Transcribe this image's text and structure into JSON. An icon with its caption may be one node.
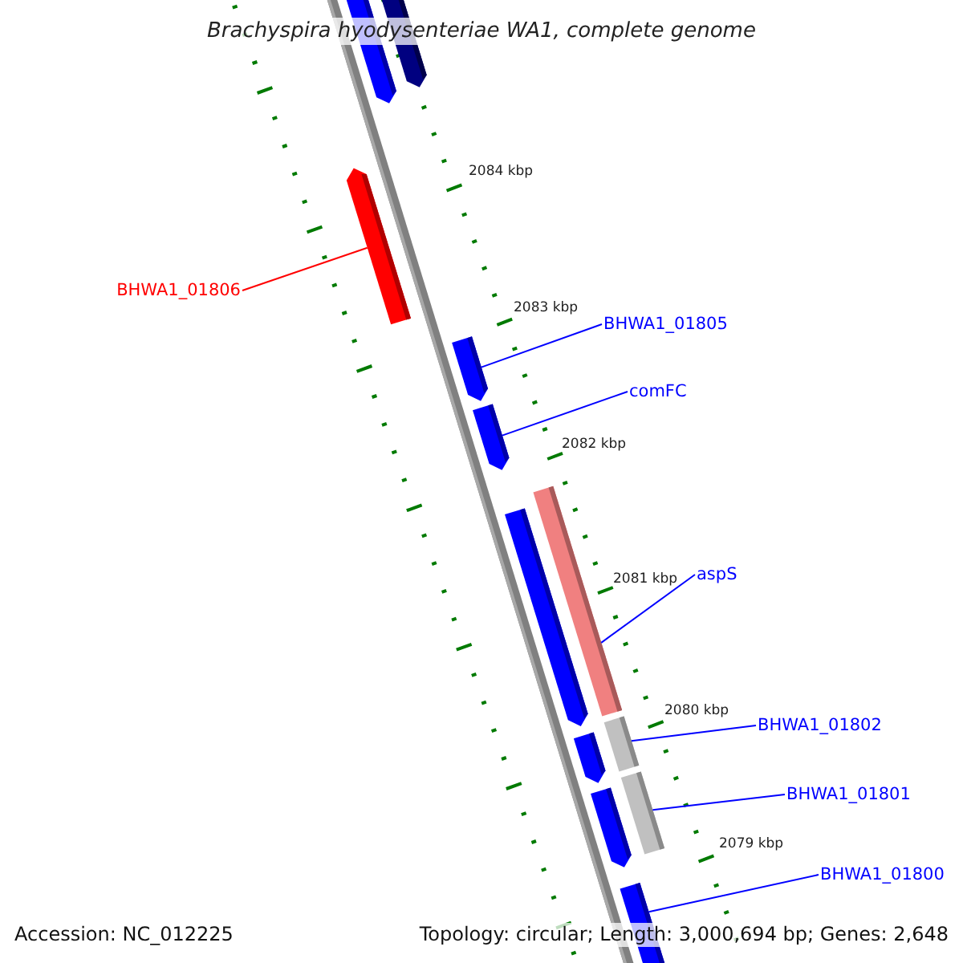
{
  "diagram": {
    "title": "Brachyspira hyodysenteriae WA1, complete genome",
    "nodes": [
      {
        "text": [
          "BHWA1_01806"
        ]
      },
      {
        "text": [],
        "shape": "pentagon"
      },
      {
        "text": [
          "BHWA1_01805"
        ]
      },
      {
        "text": [],
        "shape": "pentagon"
      },
      {
        "text": [
          "comFC"
        ]
      },
      {
        "text": [],
        "shape": "pentagon"
      },
      {
        "text": [
          "aspS"
        ]
      },
      {
        "text": [],
        "shape": "bar"
      },
      {
        "text": [
          "BHWA1_01802"
        ]
      },
      {
        "text": [],
        "shape": "bar"
      },
      {
        "text": [
          "BHWA1_01801"
        ]
      },
      {
        "text": [],
        "shape": "bar"
      },
      {
        "text": [
          "BHWA1_01800"
        ]
      },
      {
        "text": [],
        "shape": "pentagon"
      }
    ],
    "edges": [
      {
        "from": 0,
        "to": 1,
        "arrow": "none",
        "color": "#ff0000"
      },
      {
        "from": 2,
        "to": 3,
        "arrow": "none"
      },
      {
        "from": 4,
        "to": 5,
        "arrow": "none"
      },
      {
        "from": 6,
        "to": 7,
        "arrow": "none"
      },
      {
        "from": 8,
        "to": 9,
        "arrow": "none"
      },
      {
        "from": 10,
        "to": 11,
        "arrow": "none"
      },
      {
        "from": 12,
        "to": 13,
        "arrow": "none"
      }
    ],
    "labels": [
      "2084 kbp",
      "2083 kbp",
      "2082 kbp",
      "2081 kbp",
      "2080 kbp",
      "2079 kbp",
      "Accession: NC_012225",
      "Topology: circular; Length: 3,000,694 bp; Genes: 2,648"
    ]
  }
}
